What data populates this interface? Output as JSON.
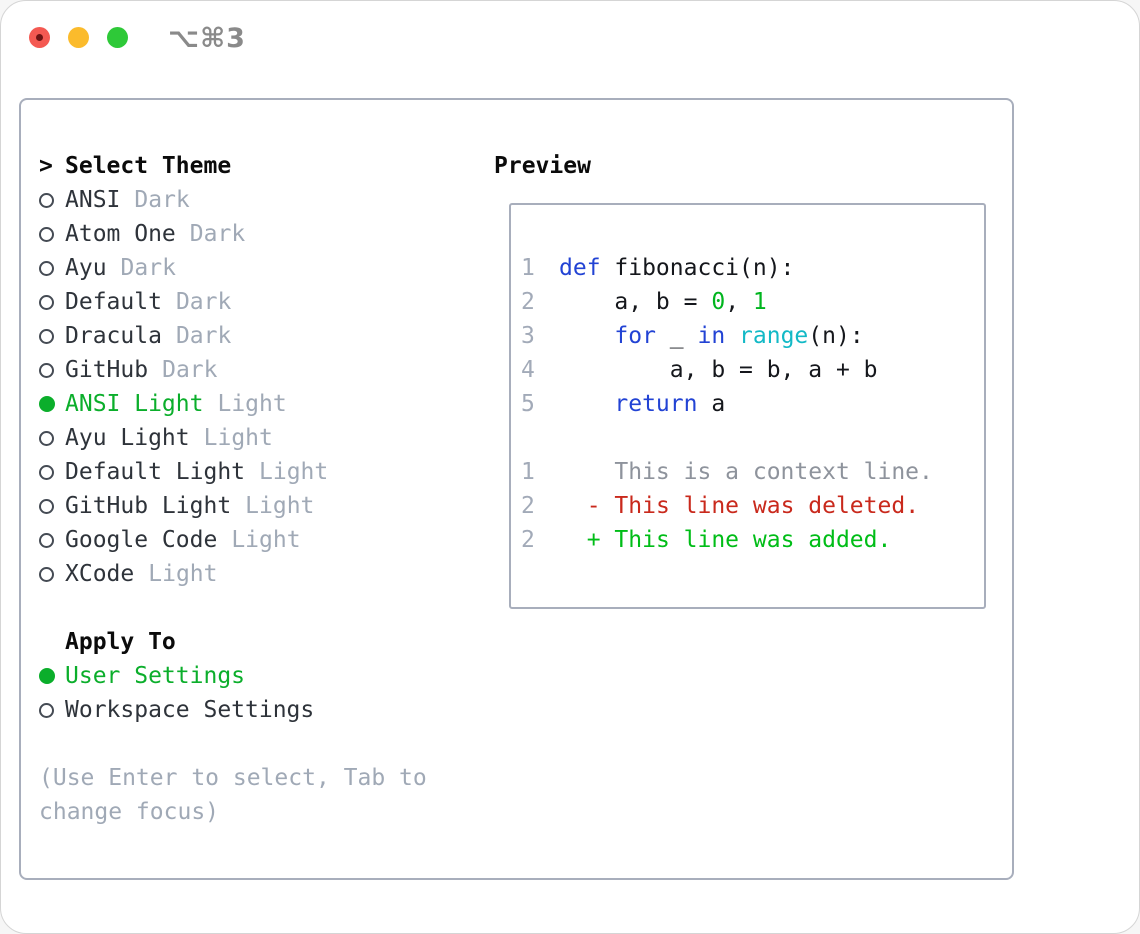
{
  "titlebar": {
    "shortcut": "⌥⌘3",
    "shortcut_color": "#8a8a8a"
  },
  "theme_picker": {
    "prompt": ">",
    "title": "Select Theme",
    "items": [
      {
        "name": "ANSI",
        "tag": "Dark",
        "selected": false
      },
      {
        "name": "Atom One",
        "tag": "Dark",
        "selected": false
      },
      {
        "name": "Ayu",
        "tag": "Dark",
        "selected": false
      },
      {
        "name": "Default",
        "tag": "Dark",
        "selected": false
      },
      {
        "name": "Dracula",
        "tag": "Dark",
        "selected": false
      },
      {
        "name": "GitHub",
        "tag": "Dark",
        "selected": false
      },
      {
        "name": "ANSI Light",
        "tag": "Light",
        "selected": true
      },
      {
        "name": "Ayu Light",
        "tag": "Light",
        "selected": false
      },
      {
        "name": "Default Light",
        "tag": "Light",
        "selected": false
      },
      {
        "name": "GitHub Light",
        "tag": "Light",
        "selected": false
      },
      {
        "name": "Google Code",
        "tag": "Light",
        "selected": false
      },
      {
        "name": "XCode",
        "tag": "Light",
        "selected": false
      }
    ]
  },
  "apply_to": {
    "title": "Apply To",
    "options": [
      {
        "label": "User Settings",
        "selected": true
      },
      {
        "label": "Workspace Settings",
        "selected": false
      }
    ]
  },
  "help_text": "(Use Enter to select, Tab to change focus)",
  "preview": {
    "title": "Preview",
    "lines": [
      {
        "num": "1",
        "segments": [
          {
            "text": "def",
            "cls": "kw"
          },
          {
            "text": " fibonacci(n):",
            "cls": "plain"
          }
        ]
      },
      {
        "num": "2",
        "segments": [
          {
            "text": "    a, b = ",
            "cls": "plain"
          },
          {
            "text": "0",
            "cls": "num"
          },
          {
            "text": ", ",
            "cls": "plain"
          },
          {
            "text": "1",
            "cls": "num"
          }
        ]
      },
      {
        "num": "3",
        "segments": [
          {
            "text": "    ",
            "cls": "plain"
          },
          {
            "text": "for",
            "cls": "kw"
          },
          {
            "text": " _ ",
            "cls": "plain"
          },
          {
            "text": "in",
            "cls": "kw"
          },
          {
            "text": " ",
            "cls": "plain"
          },
          {
            "text": "range",
            "cls": "fn"
          },
          {
            "text": "(n):",
            "cls": "plain"
          }
        ]
      },
      {
        "num": "4",
        "segments": [
          {
            "text": "        a, b = b, a + b",
            "cls": "plain"
          }
        ]
      },
      {
        "num": "5",
        "segments": [
          {
            "text": "    ",
            "cls": "plain"
          },
          {
            "text": "return",
            "cls": "kw"
          },
          {
            "text": " a",
            "cls": "plain"
          }
        ]
      },
      {
        "blank": true
      },
      {
        "num": "1",
        "segments": [
          {
            "text": "    This is a context line.",
            "cls": "ctx"
          }
        ]
      },
      {
        "num": "2",
        "segments": [
          {
            "text": "  ",
            "cls": "plain"
          },
          {
            "text": "- This line was deleted.",
            "cls": "del"
          }
        ]
      },
      {
        "num": "2",
        "segments": [
          {
            "text": "  ",
            "cls": "plain"
          },
          {
            "text": "+ This line was added.",
            "cls": "add"
          }
        ]
      }
    ]
  },
  "colors": {
    "kw": "#2243d4",
    "num": "#00b51e",
    "fn": "#12b9c6",
    "plain": "#15171c",
    "ctx": "#8e939c",
    "del": "#c9291c",
    "add": "#00bd17",
    "selected_green": "#0bae2b",
    "muted_gray": "#a0a9b6",
    "line_number_gray": "#a2aab8",
    "traffic_red": "#f45952",
    "traffic_yellow": "#fbbb2c",
    "traffic_green": "#2ec938"
  }
}
